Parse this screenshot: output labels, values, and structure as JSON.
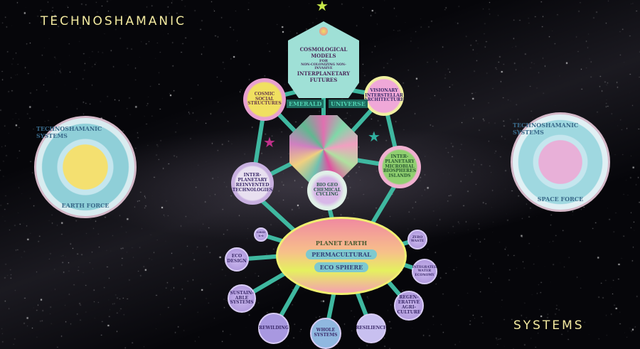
{
  "title_left": "TECHNOSHAMANIC",
  "title_right": "SYSTEMS",
  "top_model": {
    "lines": [
      "Cosmological",
      "Models",
      "for",
      "Non-Colonizing Non-Invasive",
      "Interplanetary",
      "Futures"
    ]
  },
  "emerald": [
    "Emerald",
    "Universe"
  ],
  "nodes": {
    "cosmic": "Cosmic Social Structures",
    "visionary": "Visionary Interstellar Architecture",
    "reinvented": "Inter-Planetary Reinvented Technologies",
    "biogeo": "Bio Geo Chemical Cycling",
    "microbial": "Inter-Planetary Microbial Biospheres Islands",
    "grid": "Grid X-0",
    "zero": "Zero Waste",
    "ecodesign": "Eco Design",
    "water": "Integrated Water Economy",
    "sustainable": "Sustain-able Systems",
    "regen": "Regen-erative Agri-culture",
    "rewilding": "Rewilding",
    "whole": "Whole Systems",
    "resilience": "Resilience"
  },
  "earth": {
    "title": "Planet Earth",
    "a": "Permacultural",
    "b": "Eco Sphere"
  },
  "emblem_left": {
    "top": "Technoshamanic Systems",
    "bottom": "Earth Force"
  },
  "emblem_right": {
    "top": "Technoshamanic Systems",
    "bottom": "Space Force"
  },
  "colors": {
    "accent_text": "#f3eaa0",
    "link": "#3fb8a0",
    "background": "#050508"
  }
}
